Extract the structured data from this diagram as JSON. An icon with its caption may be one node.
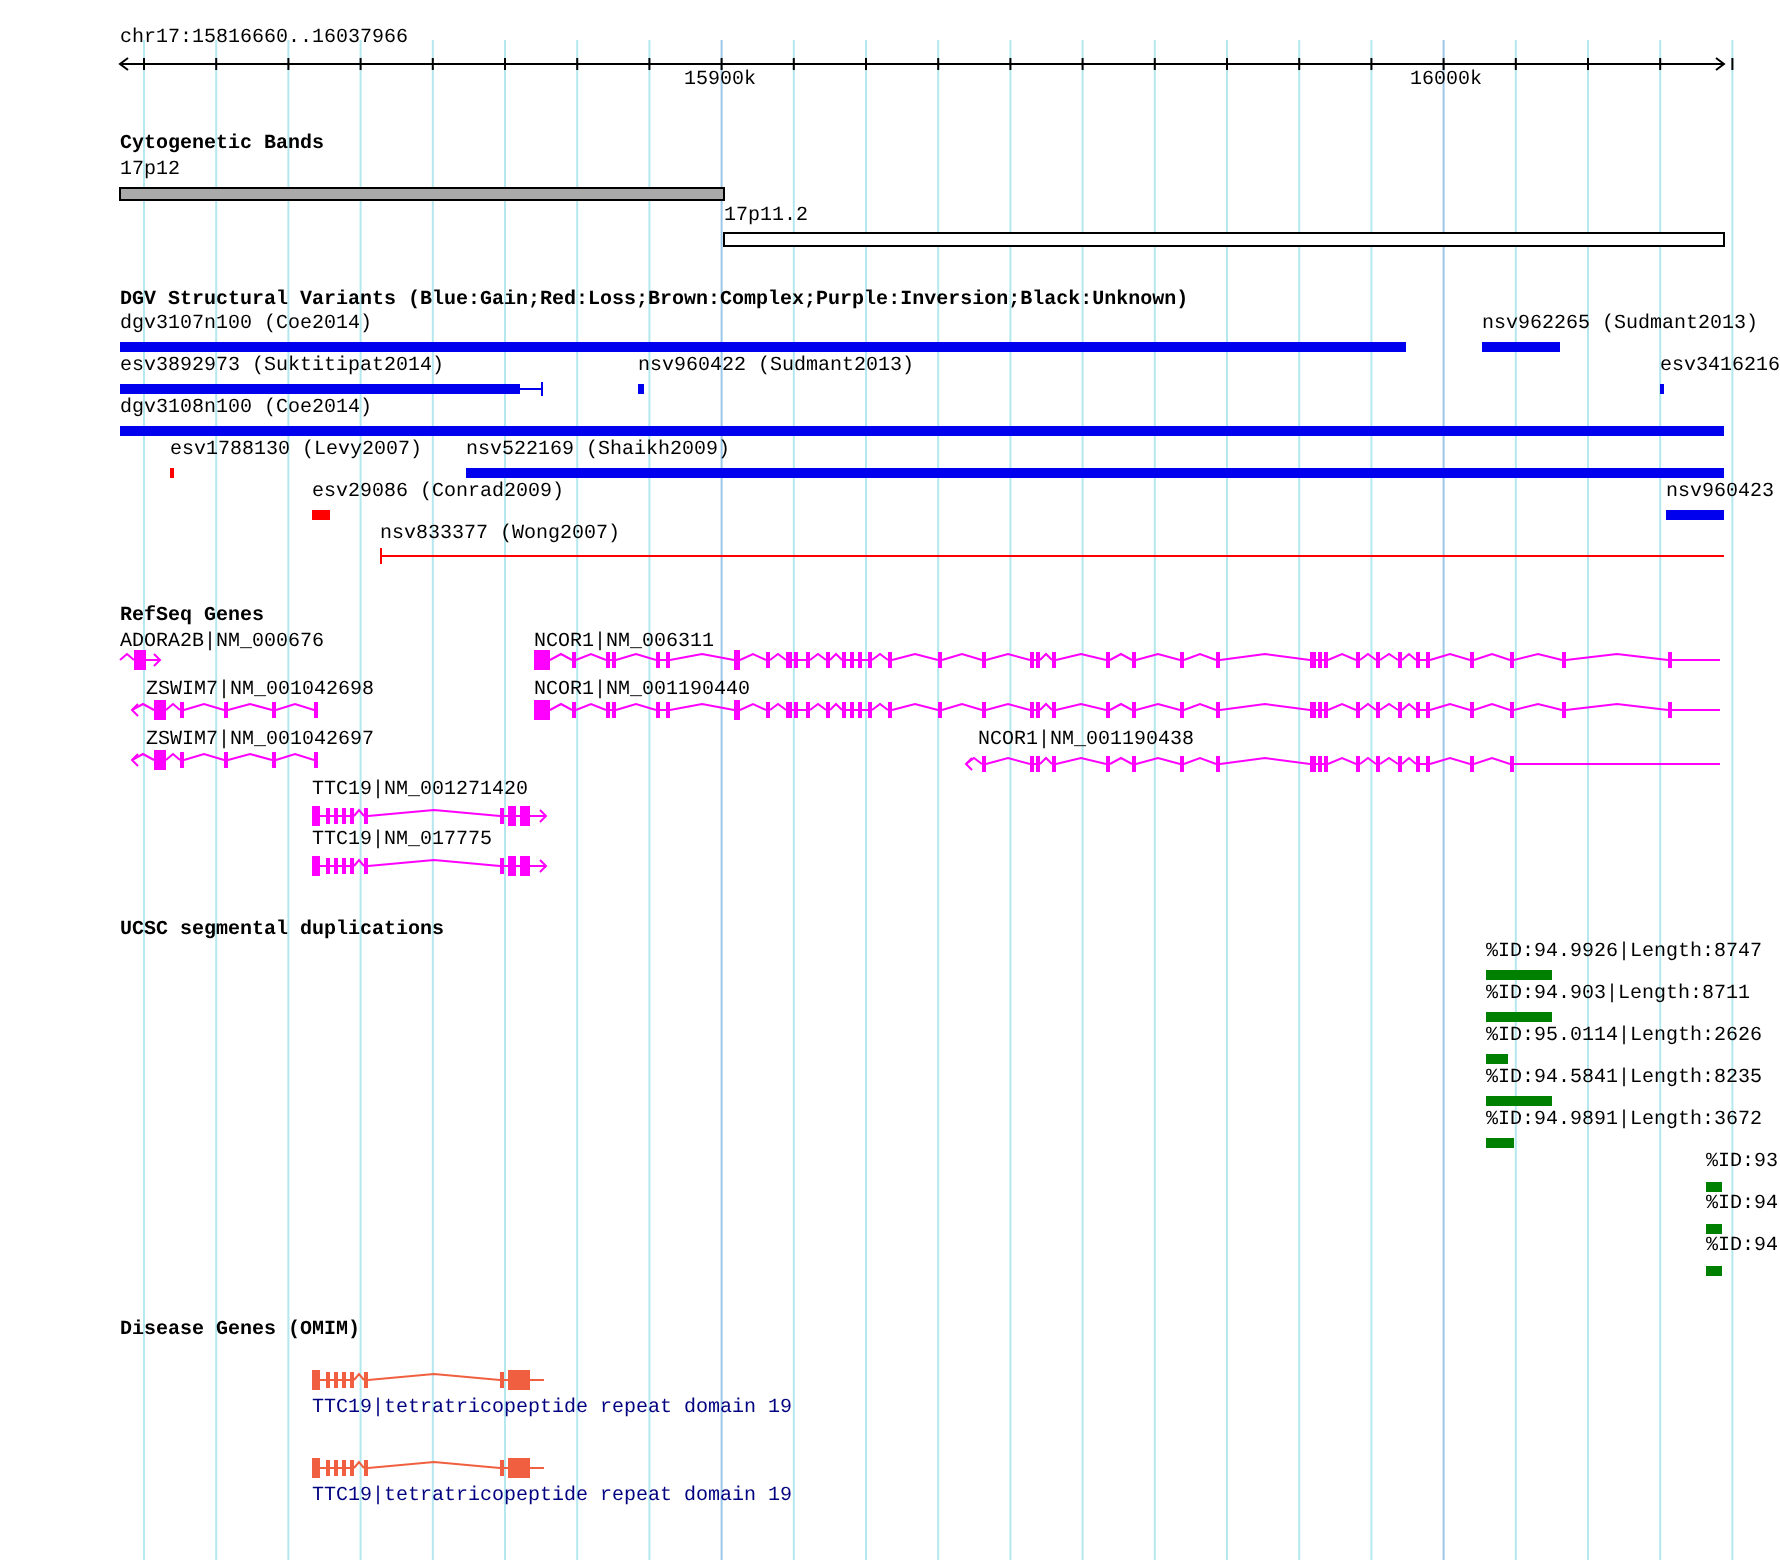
{
  "diagram": {
    "title": "chr17:15816660..16037966",
    "labels": [
      "15900k",
      "16000k",
      "Cytogenetic Bands",
      "17p12",
      "17p11.2",
      "DGV Structural Variants (Blue:Gain;Red:Loss;Brown:Complex;Purple:Inversion;Black:Unknown)",
      "dgv3107n100 (Coe2014)",
      "nsv962265 (Sudmant2013)",
      "esv3892973 (Suktitipat2014)",
      "nsv960422 (Sudmant2013)",
      "esv3416216",
      "dgv3108n100 (Coe2014)",
      "esv1788130 (Levy2007)",
      "nsv522169 (Shaikh2009)",
      "esv29086 (Conrad2009)",
      "nsv960423",
      "nsv833377 (Wong2007)",
      "RefSeq Genes",
      "ADORA2B|NM_000676",
      "NCOR1|NM_006311",
      "ZSWIM7|NM_001042698",
      "NCOR1|NM_001190440",
      "ZSWIM7|NM_001042697",
      "NCOR1|NM_001190438",
      "TTC19|NM_001271420",
      "TTC19|NM_017775",
      "UCSC segmental duplications",
      "%ID:94.9926|Length:8747",
      "%ID:94.903|Length:8711",
      "%ID:95.0114|Length:2626",
      "%ID:94.5841|Length:8235",
      "%ID:94.9891|Length:3672",
      "%ID:93",
      "%ID:94",
      "%ID:94",
      "Disease Genes (OMIM)",
      "TTC19|tetratricopeptide repeat domain 19",
      "TTC19|tetratricopeptide repeat domain 19"
    ]
  }
}
